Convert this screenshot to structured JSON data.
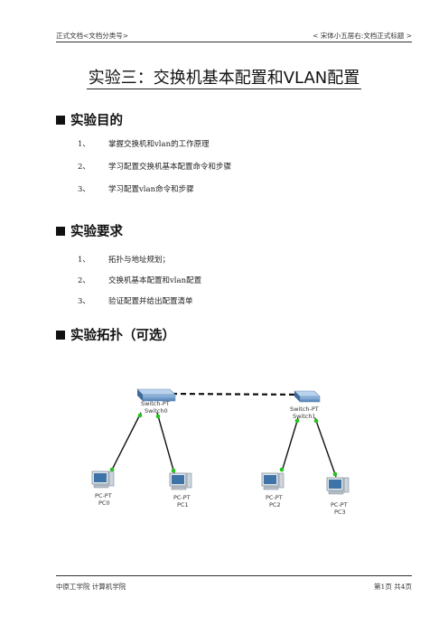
{
  "header": {
    "left": "正式文档<文档分类号>",
    "right": "< 宋体小五居右:文档正式标题 >"
  },
  "title": "实验三：交换机基本配置和VLAN配置",
  "sections": [
    {
      "heading": "实验目的",
      "items": [
        {
          "num": "1、",
          "text": "掌握交换机和vlan的工作原理"
        },
        {
          "num": "2、",
          "text": "学习配置交换机基本配置命令和步骤"
        },
        {
          "num": "3、",
          "text": "学习配置vlan命令和步骤"
        }
      ]
    },
    {
      "heading": "实验要求",
      "items": [
        {
          "num": "1、",
          "text": "拓扑与地址规划；"
        },
        {
          "num": "2、",
          "text": "交换机基本配置和vlan配置"
        },
        {
          "num": "3、",
          "text": "验证配置并给出配置清单"
        }
      ]
    },
    {
      "heading": "实验拓扑（可选）",
      "items": []
    }
  ],
  "topology": {
    "switches": [
      {
        "type": "Switch-PT",
        "name": "Switch0"
      },
      {
        "type": "Switch-PT",
        "name": "Switch1"
      }
    ],
    "pcs": [
      {
        "type": "PC-PT",
        "name": "PC0"
      },
      {
        "type": "PC-PT",
        "name": "PC1"
      },
      {
        "type": "PC-PT",
        "name": "PC2"
      },
      {
        "type": "PC-PT",
        "name": "PC3"
      }
    ],
    "colors": {
      "link": "#111111",
      "port_up": "#22c41a",
      "switch_body": "#5b87b8",
      "pc_screen": "#3e73a8"
    }
  },
  "footer": {
    "left": "中原工学院  计算机学院",
    "right": "第1页  共4页"
  }
}
